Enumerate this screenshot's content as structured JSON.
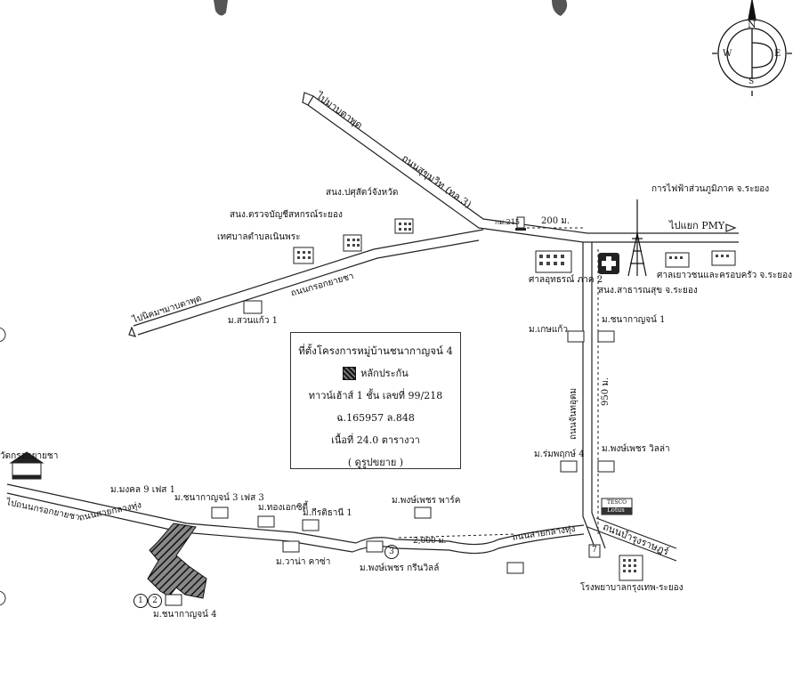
{
  "map": {
    "box": {
      "title": "ที่ตั้งโครงการหมู่บ้านชนากาญจน์ 4",
      "legend_label": "หลักประกัน",
      "line1": "ทาวน์เฮ้าส์ 1 ชั้น เลขที่ 99/218",
      "line2": "ฉ.165957 ล.848",
      "line3": "เนื้อที่ 24.0 ตารางวา",
      "line4": "( ดูรูปขยาย )"
    },
    "compass": {
      "n": "N",
      "s": "S",
      "e": "E",
      "w": "W"
    },
    "roads": {
      "sukhumvit": "ถนนสุขุมวิท (ทล.3)",
      "to_maptaphut": "ไปมาบตาพุด",
      "to_nikom": "ไปนิคมฯมาบตาพุด",
      "kroktayacha": "ถนนกรอกยายชา",
      "jantharaudom": "ถนนจันทอุดม",
      "sakhlangthung_1": "ถนนสายกลางทุ่ง",
      "sakhlangthung_2": "ถนนสายกลางทุ่ง",
      "bamrungrat": "ถนนบำรุงราษฎร์",
      "to_kroktayacha": "ไปถนนกรอกยายชา",
      "to_pmy": "ไปแยก PMY",
      "km215": "กม.215"
    },
    "distances": {
      "d200": "200 ม.",
      "d950": "950 ม.",
      "d2000": "2,000 ม."
    },
    "places": {
      "pea": "การไฟฟ้าส่วนภูมิภาค จ.ระยอง",
      "livestock": "สนง.ปศุสัตว์จังหวัด",
      "audit": "สนง.ตรวจบัญชีสหกรณ์ระยอง",
      "tambon": "เทศบาลตำบลเนินพระ",
      "court2": "ศาลอุทธรณ์ ภาค 2",
      "juvenile": "ศาลเยาวชนและครอบครัว จ.ระยอง",
      "health": "สนง.สาธารณสุข จ.ระยอง",
      "suanklaew": "ม.สวนแก้ว 1",
      "kasemkaew": "ม.เกษแก้ว",
      "chana1": "ม.ชนากาญจน์ 1",
      "rompruek": "ม.ร่มพฤกษ์ 4",
      "pongpet_villa": "ม.พงษ์เพชร วิลล่า",
      "lotus": "Lotus",
      "tesco": "TESCO",
      "temple": "วัดกรอกยายชา",
      "mongkol": "ม.มงคล 9 เฟส 1",
      "chana3": "ม.ชนากาญจน์ 3 เฟส 3",
      "thong": "ม.ทองเอกซิตี้",
      "kiti": "ม.กีรติธานี 1",
      "pongpet_park": "ม.พงษ์เพชร พาร์ค",
      "wanna": "ม.วาน่า คาซ่า",
      "pongpet_green": "ม.พงษ์เพชร กรีนวิลล์",
      "hospital": "โรงพยาบาลกรุงเทพ-ระยอง",
      "chana4": "ม.ชนากาญจน์ 4",
      "c1": "1",
      "c2": "2",
      "c3": "3",
      "seven": "7"
    }
  }
}
